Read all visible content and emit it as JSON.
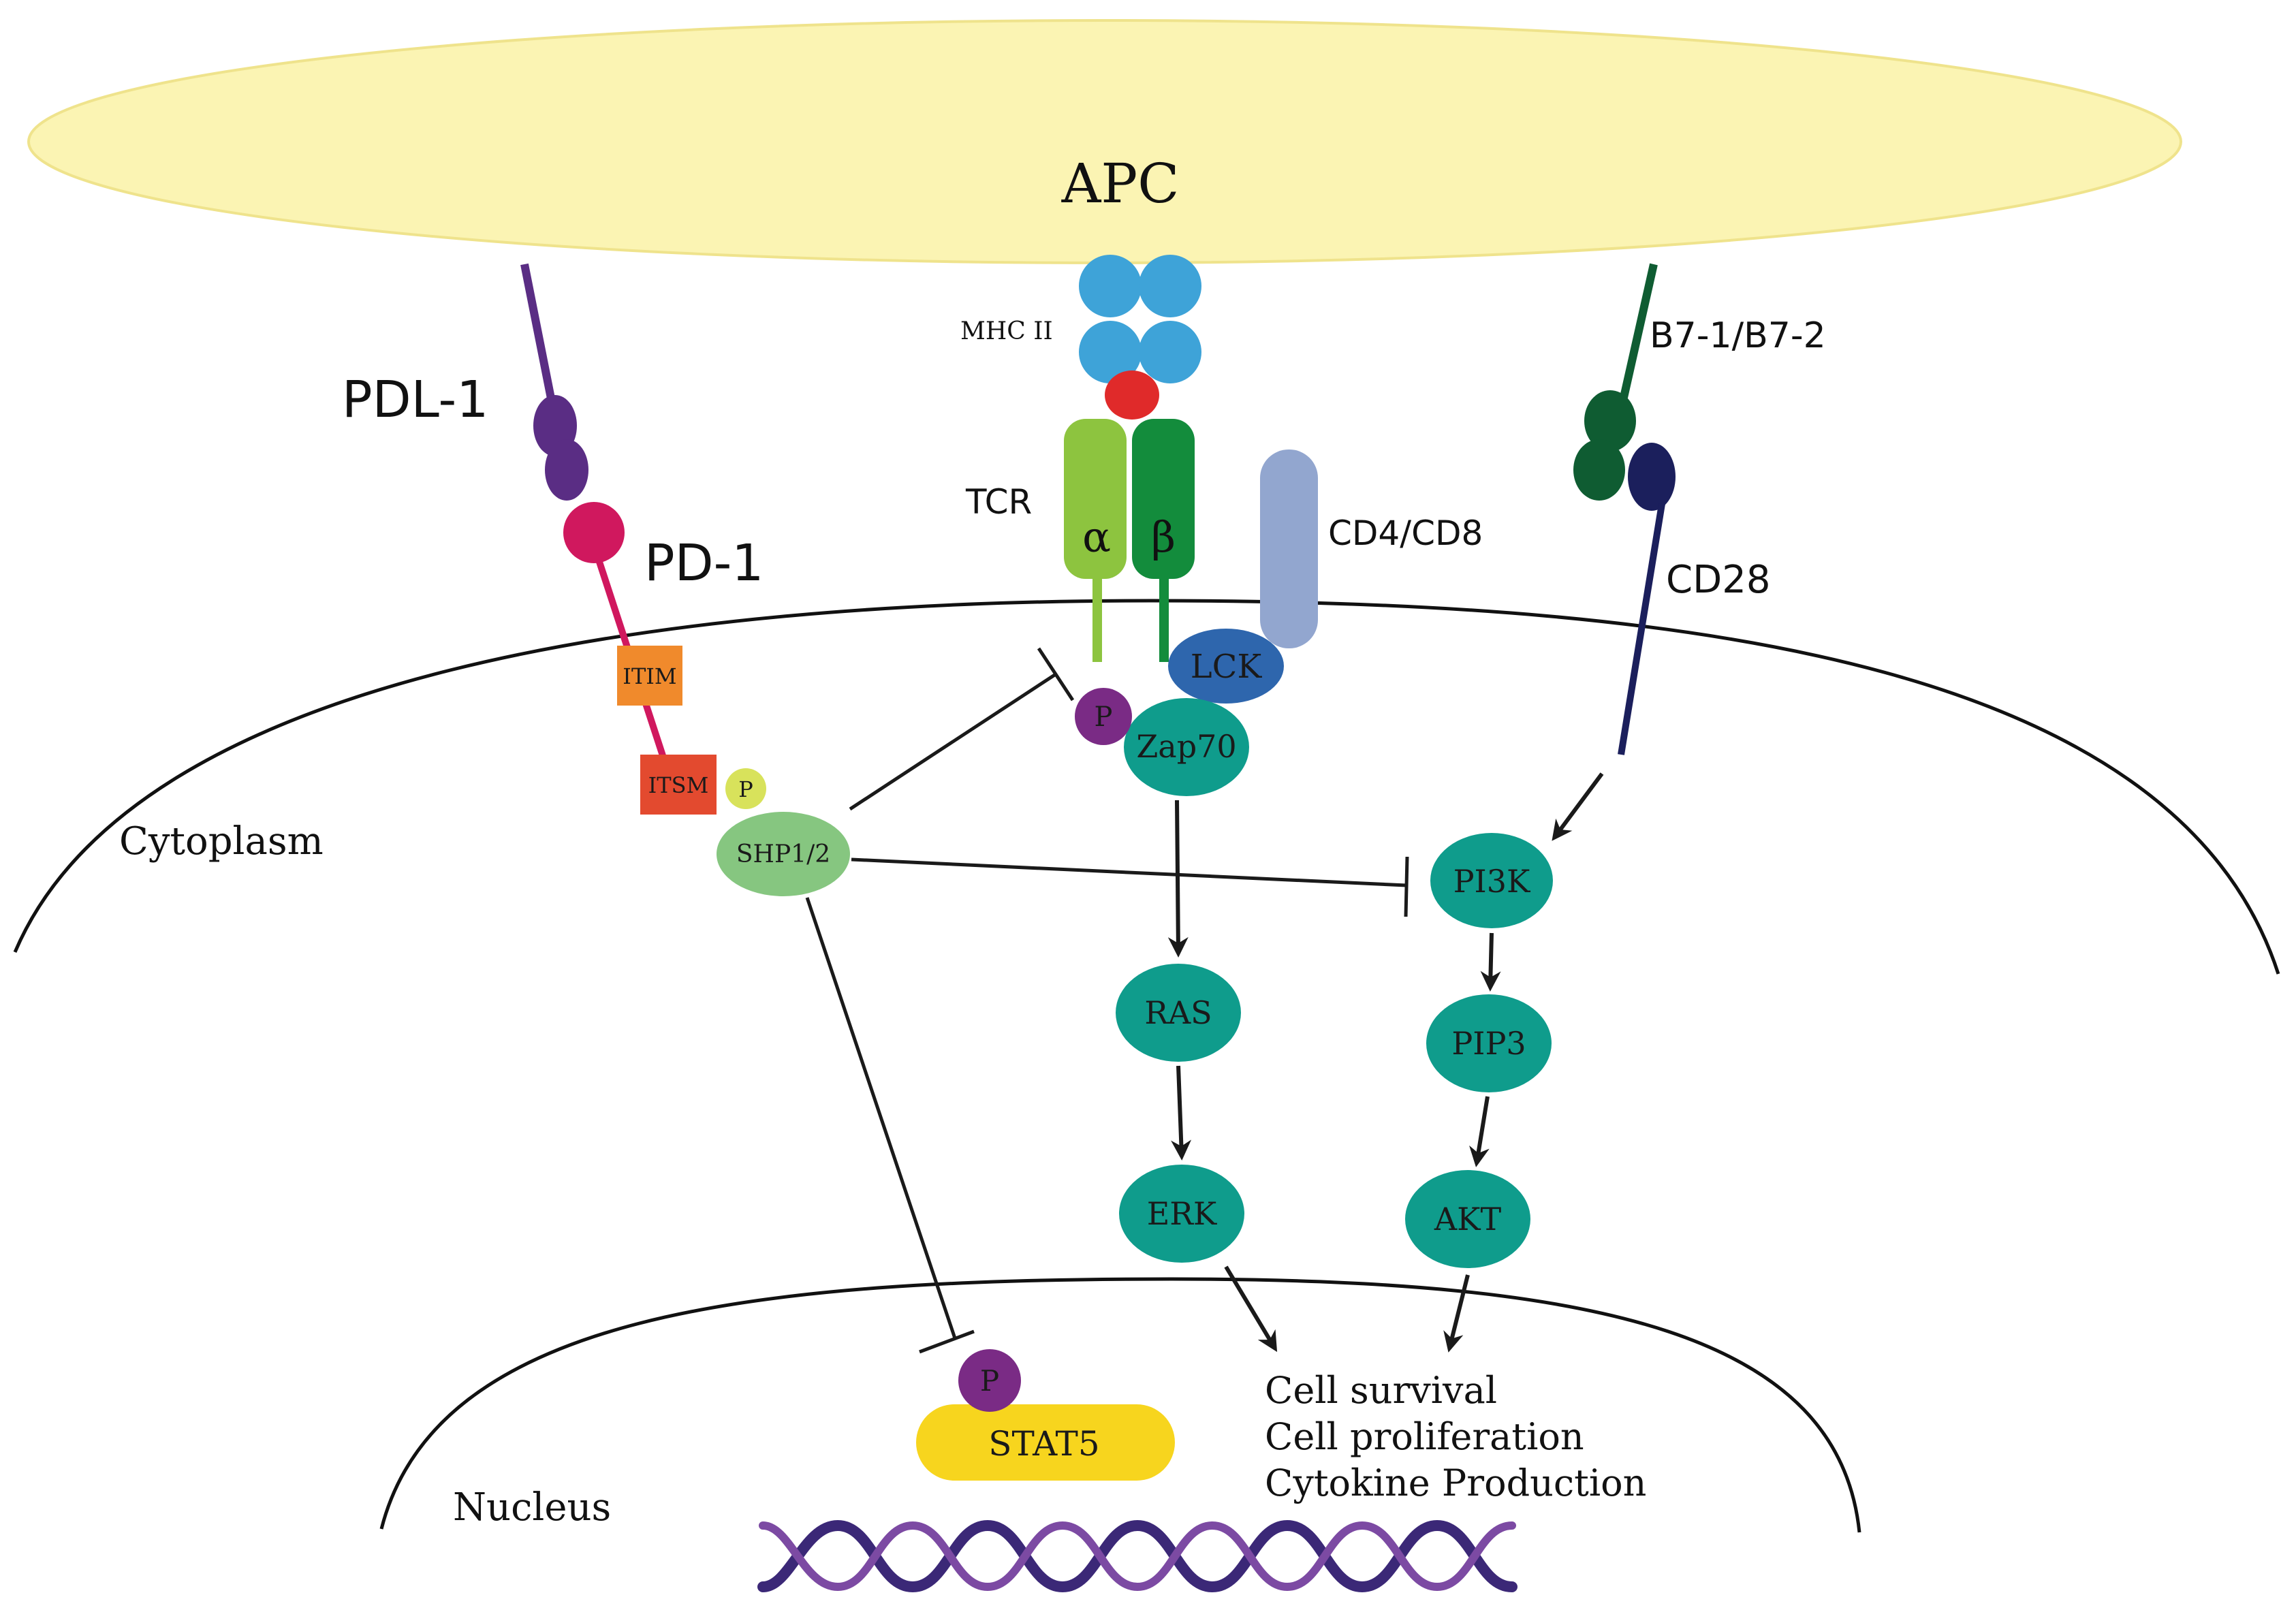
{
  "labels": {
    "apc": "APC",
    "mhc": "MHC II",
    "tcr": "TCR",
    "alpha": "α",
    "beta": "β",
    "cd4cd8": "CD4/CD8",
    "lck": "LCK",
    "zap70": "Zap70",
    "phos": "P",
    "pdl1": "PDL-1",
    "pd1": "PD-1",
    "itim": "ITIM",
    "itsm": "ITSM",
    "shp": "SHP1/2",
    "b7": "B7-1/B7-2",
    "cd28": "CD28",
    "cytoplasm": "Cytoplasm",
    "pi3k": "PI3K",
    "pip3": "PIP3",
    "akt": "AKT",
    "ras": "RAS",
    "erk": "ERK",
    "stat5": "STAT5",
    "nucleus": "Nucleus",
    "outcomes": [
      "Cell survival",
      "Cell proliferation",
      "Cytokine Production"
    ]
  },
  "colors": {
    "apc_fill": "#fbf4b3",
    "mhc": "#3ea3d8",
    "peptide": "#e02a2a",
    "tcr_alpha": "#8dc43f",
    "tcr_beta": "#138c3c",
    "cd4cd8": "#92a6cf",
    "lck": "#2e66ad",
    "teal_node": "#0f9c8c",
    "phos_purple": "#7a2b85",
    "pdl1": "#5a2d84",
    "pd1": "#d0185e",
    "itim": "#f08a2c",
    "itsm": "#e34a2f",
    "shp": "#86c680",
    "phos_yellow": "#d8e25b",
    "b7": "#0f5c32",
    "cd28": "#1b1f5c",
    "stat5": "#f7d51e",
    "dna": "#3b2877"
  }
}
